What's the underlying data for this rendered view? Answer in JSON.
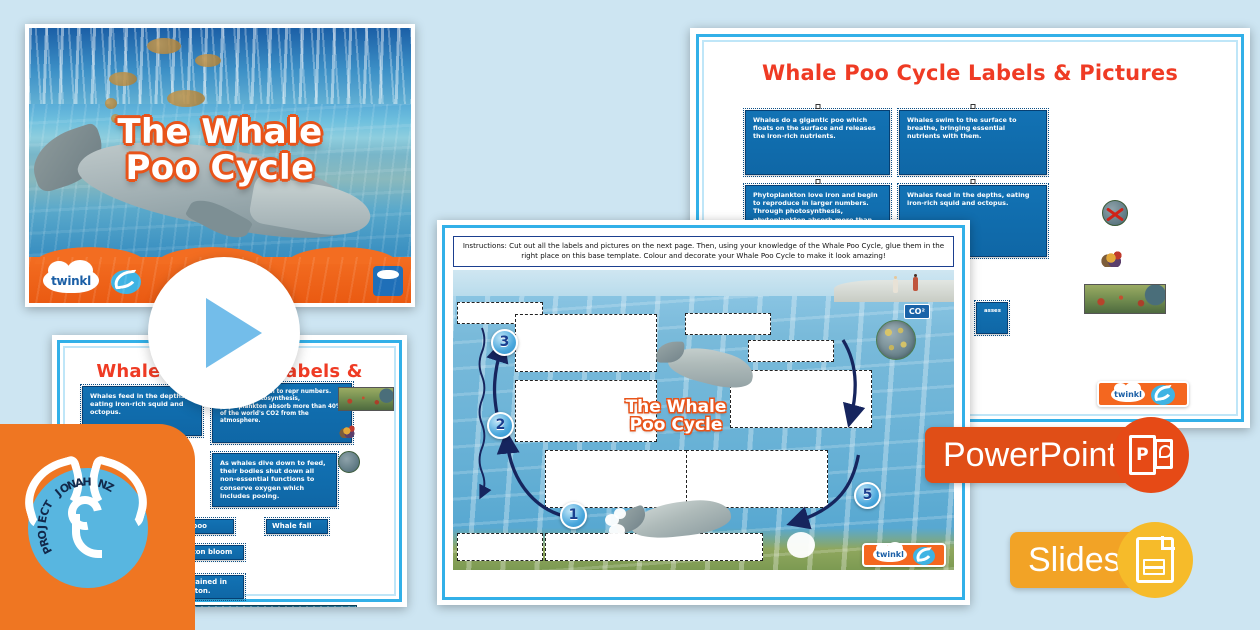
{
  "background_color": "#cde5f2",
  "title_slide": {
    "name": "whale-poo-cycle-title-slide",
    "title_line_1": "The Whale",
    "title_line_2": "Poo Cycle",
    "brand": "twinkl",
    "footer_color": "#f36d21"
  },
  "play_button": {
    "label": "play-video",
    "color": "#73bdea"
  },
  "labels_slide_front": {
    "title": "Whale Poo Cycle Labels & Pictures",
    "title_color": "#ef3b24",
    "boxes": [
      {
        "text": "Whales do a gigantic poo which floats on the surface and releases the iron-rich nutrients."
      },
      {
        "text": "Whales swim to the surface to breathe, bringing essential nutrients with them."
      },
      {
        "text": "Phytoplankton love iron and begin to reproduce in larger numbers.  Through photosynthesis, phytoplankton absorb more than 40% of the world's CO2 from the atmosphere."
      },
      {
        "text": "Whales feed in the depths, eating iron-rich squid and octopus."
      },
      {
        "text": "asses"
      }
    ],
    "pictures": [
      {
        "name": "phytoplankton-crossed-out"
      },
      {
        "name": "krill-and-squid"
      },
      {
        "name": "seafloor-whale-fall"
      }
    ],
    "brand": "twinkl"
  },
  "labels_slide_back": {
    "title": "Whale Poo Cycle Labels & Pictures",
    "boxes": [
      {
        "text": "Whales feed in the depths, eating iron-rich squid and octopus."
      },
      {
        "text": "to rich and begin to repr numbers.  Through photosynthesis, phytoplankton absorb more than 40% of the world's CO2 from the atmosphere."
      },
      {
        "text": "As whales dive down to feed, their bodies shut down all non-essential functions to conserve oxygen which includes pooing."
      }
    ],
    "tags": [
      {
        "text": "ale poo"
      },
      {
        "text": "Whale fall"
      },
      {
        "text": "ankton bloom"
      },
      {
        "text": "contained in lankton."
      }
    ],
    "pictures": [
      {
        "name": "seafloor-whale-fall"
      },
      {
        "name": "krill-and-squid"
      },
      {
        "name": "phytoplankton-sample"
      }
    ]
  },
  "worksheet": {
    "instructions": "Instructions: Cut out all the labels and pictures on the next page. Then, using your knowledge of the Whale Poo Cycle, glue them in the right place on this base template. Colour and decorate your Whale Poo Cycle to make it look amazing!",
    "title_line_1": "The Whale",
    "title_line_2": "Poo Cycle",
    "co2_label": "CO²",
    "step_numbers": [
      "1",
      "2",
      "3",
      "5"
    ],
    "drop_zone_count": 9,
    "brand": "twinkl"
  },
  "jonah_logo": {
    "text": "PROJECT JONAH NZ",
    "background_color": "#ef7622",
    "accent_color": "#58b6e0"
  },
  "format_badges": [
    {
      "label": "PowerPoint",
      "icon": "powerpoint-icon",
      "color": "#e04e17"
    },
    {
      "label": "Slides",
      "icon": "google-slides-icon",
      "color": "#f2a326"
    }
  ]
}
